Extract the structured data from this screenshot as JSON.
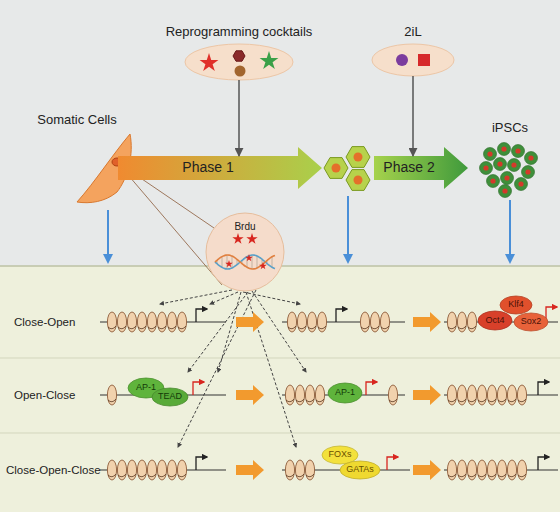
{
  "diagram": {
    "nodes": [
      {
        "text": [
          "Reprogramming cocktails"
        ]
      },
      {
        "text": [
          "2iL"
        ]
      },
      {
        "text": [
          "Somatic Cells"
        ]
      },
      {
        "text": [
          "Phase 1"
        ]
      },
      {
        "text": [
          "Phase 2"
        ]
      },
      {
        "text": [
          "iPSCs"
        ]
      },
      {
        "text": [
          "Brdu"
        ]
      },
      {
        "text": [
          "Klf4"
        ]
      },
      {
        "text": [
          "Oct4"
        ]
      },
      {
        "text": [
          "Sox2"
        ]
      },
      {
        "text": [
          "AP-1"
        ]
      },
      {
        "text": [
          "TEAD"
        ]
      },
      {
        "text": [
          "AP-1"
        ]
      },
      {
        "text": [
          "FOXs"
        ]
      },
      {
        "text": [
          "GATAs"
        ]
      }
    ],
    "edges": [
      {
        "from": 0,
        "to": 3,
        "arrow": "to"
      },
      {
        "from": 1,
        "to": 4,
        "arrow": "to"
      }
    ],
    "labels": [
      "Close-Open",
      "Open-Close",
      "Close-Open-Close"
    ]
  }
}
